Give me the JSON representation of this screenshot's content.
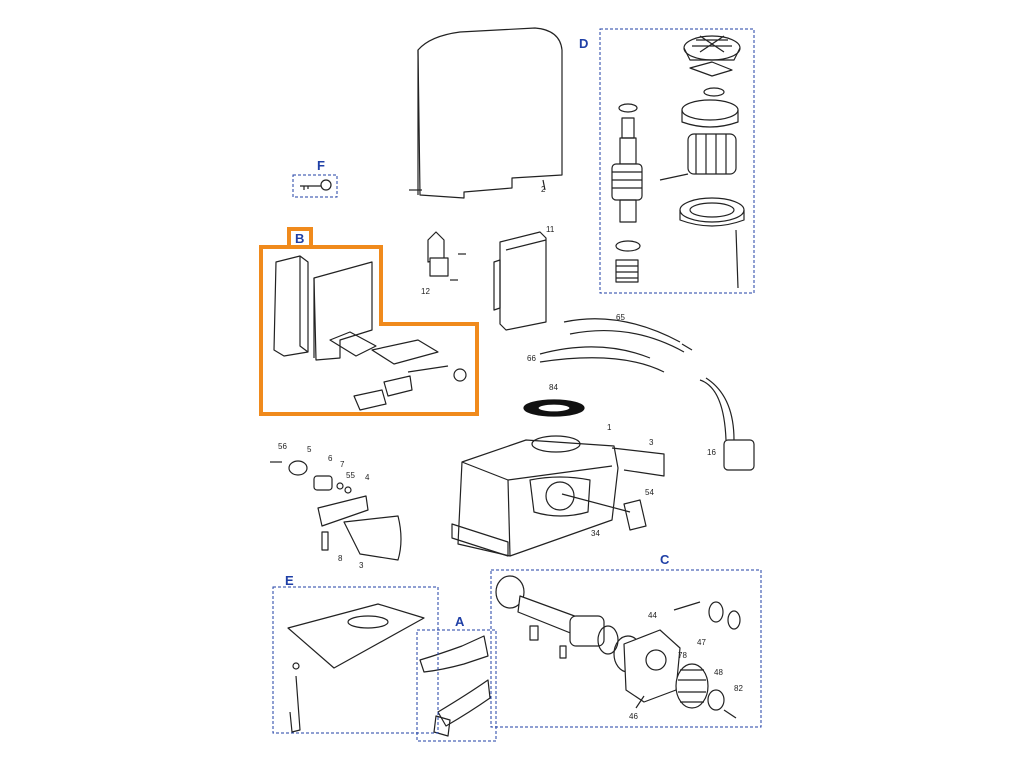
{
  "colors": {
    "group_label": "#1f3fa6",
    "highlight": "#f08a1c",
    "line": "#222222"
  },
  "groups": {
    "A": "A",
    "B": "B",
    "C": "C",
    "D": "D",
    "E": "E",
    "F": "F"
  },
  "parts": {
    "p2": "2",
    "p11": "11",
    "p12": "12",
    "p65": "65",
    "p66": "66",
    "p84": "84",
    "p1": "1",
    "p3a": "3",
    "p54": "54",
    "p34": "34",
    "p16": "16",
    "p56": "56",
    "p5": "5",
    "p6": "6",
    "p7": "7",
    "p55": "55",
    "p4": "4",
    "p8": "8",
    "p3b": "3",
    "p44": "44",
    "p47": "47",
    "p78": "78",
    "p48": "48",
    "p82": "82",
    "p46": "46"
  },
  "icons": [
    "motor-cover",
    "key",
    "control-board",
    "capacitor",
    "gearbox-housing",
    "gear-wheel",
    "mounting-plate",
    "release-lever"
  ]
}
